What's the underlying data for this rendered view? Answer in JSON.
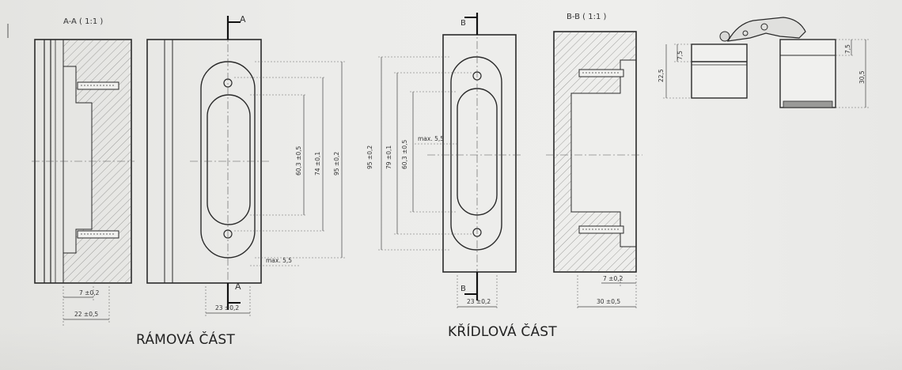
{
  "captions": {
    "frame_part": "RÁMOVÁ ČÁST",
    "wing_part": "KŘÍDLOVÁ ČÁST"
  },
  "section_labels": {
    "a_section": "A-A ( 1:1 )",
    "b_section": "B-B ( 1:1 )"
  },
  "cut_markers": {
    "a_top": "A",
    "a_bottom": "A",
    "b_top": "B",
    "b_bottom": "B"
  },
  "dimensions": {
    "frame_view": {
      "d60": "60,3 ±0,5",
      "d74": "74 ±0,1",
      "d95": "95 ±0,2",
      "max": "max. 5,5",
      "width": "23 ±0,2"
    },
    "frame_section": {
      "d7": "7 ±0,2",
      "d22": "22 ±0,5"
    },
    "wing_view": {
      "d95": "95 ±0,2",
      "d79": "79 ±0,1",
      "d60": "60,3 ±0,5",
      "max": "max. 5,5",
      "width": "23 ±0,2"
    },
    "wing_section": {
      "d7": "7 ±0,2",
      "d30": "30 ±0,5"
    },
    "hinge_view": {
      "left_top": "7,5",
      "left_total": "22,5",
      "right_top": "7,5",
      "right_total": "30,5"
    }
  },
  "colors": {
    "line": "#2a2a2a",
    "hatch": "#8a8a88",
    "paper": "#ececea"
  }
}
